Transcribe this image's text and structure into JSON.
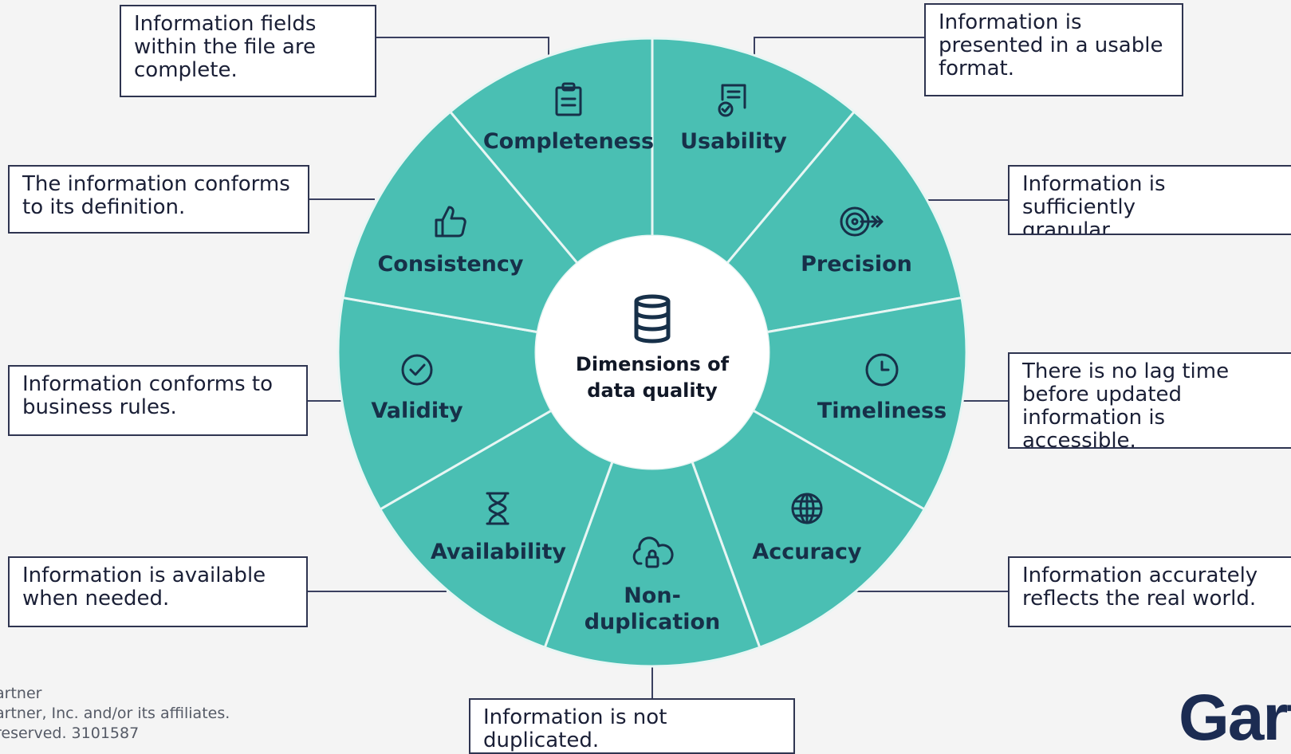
{
  "center": {
    "line1": "Dimensions of",
    "line2": "data quality",
    "icon": "database-icon"
  },
  "segments": [
    {
      "id": "completeness",
      "label_lines": [
        "Completeness"
      ],
      "icon": "clipboard-icon",
      "description": "Information fields\nwithin the file are\ncomplete."
    },
    {
      "id": "usability",
      "label_lines": [
        "Usability"
      ],
      "icon": "document-check-icon",
      "description": "Information is\npresented in a usable\nformat."
    },
    {
      "id": "precision",
      "label_lines": [
        "Precision"
      ],
      "icon": "target-icon",
      "description": "Information is sufficiently\ngranular."
    },
    {
      "id": "timeliness",
      "label_lines": [
        "Timeliness"
      ],
      "icon": "clock-icon",
      "description": "There is no lag time\nbefore updated\ninformation is accessible."
    },
    {
      "id": "accuracy",
      "label_lines": [
        "Accuracy"
      ],
      "icon": "globe-icon",
      "description": "Information accurately\nreflects the real world."
    },
    {
      "id": "non-duplication",
      "label_lines": [
        "Non-",
        "duplication"
      ],
      "icon": "cloud-lock-icon",
      "description": "Information is not duplicated."
    },
    {
      "id": "availability",
      "label_lines": [
        "Availability"
      ],
      "icon": "hourglass-icon",
      "description": "Information is available\nwhen needed."
    },
    {
      "id": "validity",
      "label_lines": [
        "Validity"
      ],
      "icon": "check-circle-icon",
      "description": "Information conforms to\nbusiness rules."
    },
    {
      "id": "consistency",
      "label_lines": [
        "Consistency"
      ],
      "icon": "thumbs-up-icon",
      "description": "The information conforms\nto its definition."
    }
  ],
  "footer": {
    "line1": "artner",
    "line2": "artner, Inc. and/or its affiliates.",
    "line3": "reserved. 3101587"
  },
  "logo_text": "Gartn",
  "colors": {
    "segment": "#4abfb3",
    "segment_divider": "#e8f6f4",
    "label": "#173049",
    "box_border": "#2e3450",
    "logo": "#1c2c52"
  }
}
